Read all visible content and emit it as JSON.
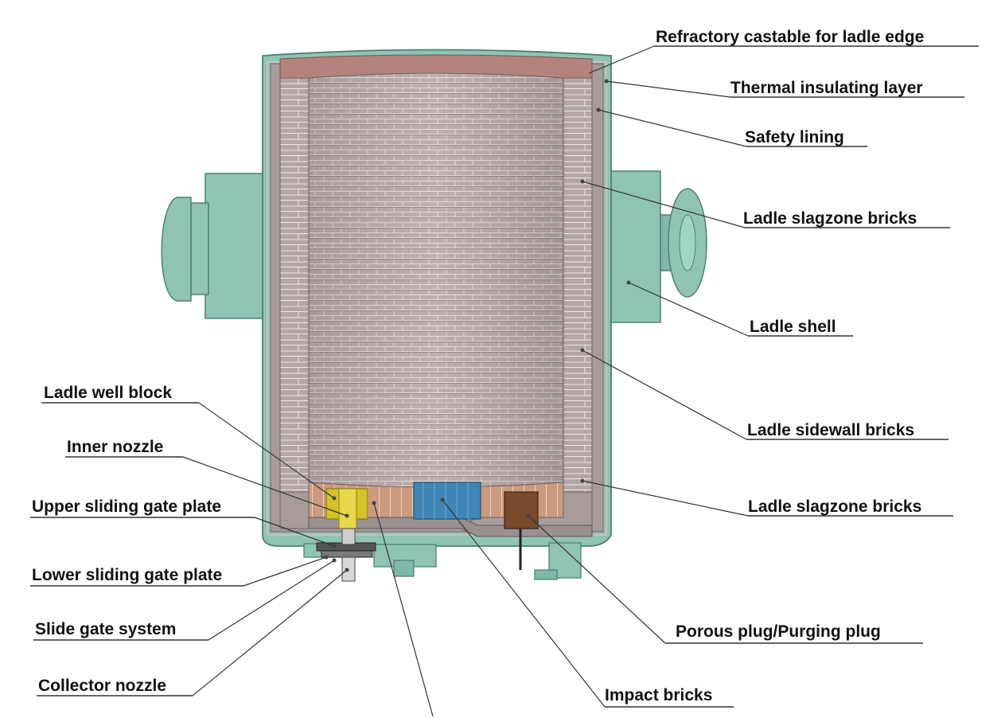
{
  "labels": {
    "refractory_castable": "Refractory castable for ladle edge",
    "thermal_insulating": "Thermal insulating layer",
    "safety_lining": "Safety lining",
    "slagzone_top": "Ladle slagzone bricks",
    "ladle_shell": "Ladle shell",
    "sidewall_bricks": "Ladle sidewall bricks",
    "slagzone_bottom": "Ladle slagzone bricks",
    "porous_plug": "Porous plug/Purging plug",
    "impact_bricks": "Impact bricks",
    "well_block": "Ladle well block",
    "inner_nozzle": "Inner nozzle",
    "upper_plate": "Upper sliding gate plate",
    "lower_plate": "Lower sliding gate plate",
    "slide_gate": "Slide gate system",
    "collector_nozzle": "Collector nozzle"
  },
  "colors": {
    "shell": "#8fc4b4",
    "shell_dark": "#6fa999",
    "lining": "#a89a9a",
    "bricks": "#b8a9a8",
    "castable": "#b5837d",
    "well_block": "#d4c228",
    "impact": "#3f86b5",
    "plug": "#7a4a2c",
    "bottom_bricks": "#c99274"
  }
}
